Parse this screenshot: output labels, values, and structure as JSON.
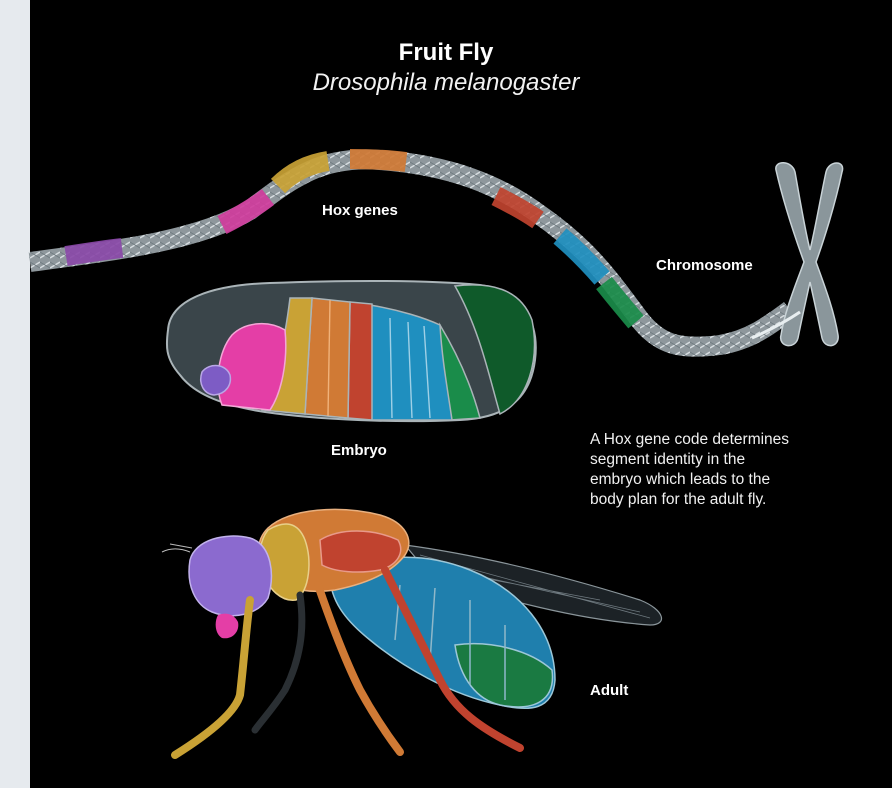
{
  "title": {
    "main": "Fruit Fly",
    "scientific": "Drosophila melanogaster"
  },
  "labels": {
    "hox_genes": "Hox genes",
    "chromosome": "Chromosome",
    "embryo": "Embryo",
    "adult": "Adult"
  },
  "description": [
    "A Hox gene code determines",
    "segment identity in the",
    "embryo which leads to the",
    "body plan for the adult fly."
  ],
  "colors": {
    "background": "#000000",
    "frame": "#e6eaee",
    "dna_base": "#9aa3a8",
    "chromosome": "#8a969b",
    "hox_purple": "#8a49a8",
    "hox_magenta": "#cf3c9c",
    "hox_yellow": "#c9a235",
    "hox_orange": "#d07a35",
    "hox_red": "#c0432f",
    "hox_blue": "#1f8fbf",
    "hox_green": "#1a8c4a",
    "body_gray": "#3a454a",
    "body_dark_green": "#0f5a2a"
  }
}
